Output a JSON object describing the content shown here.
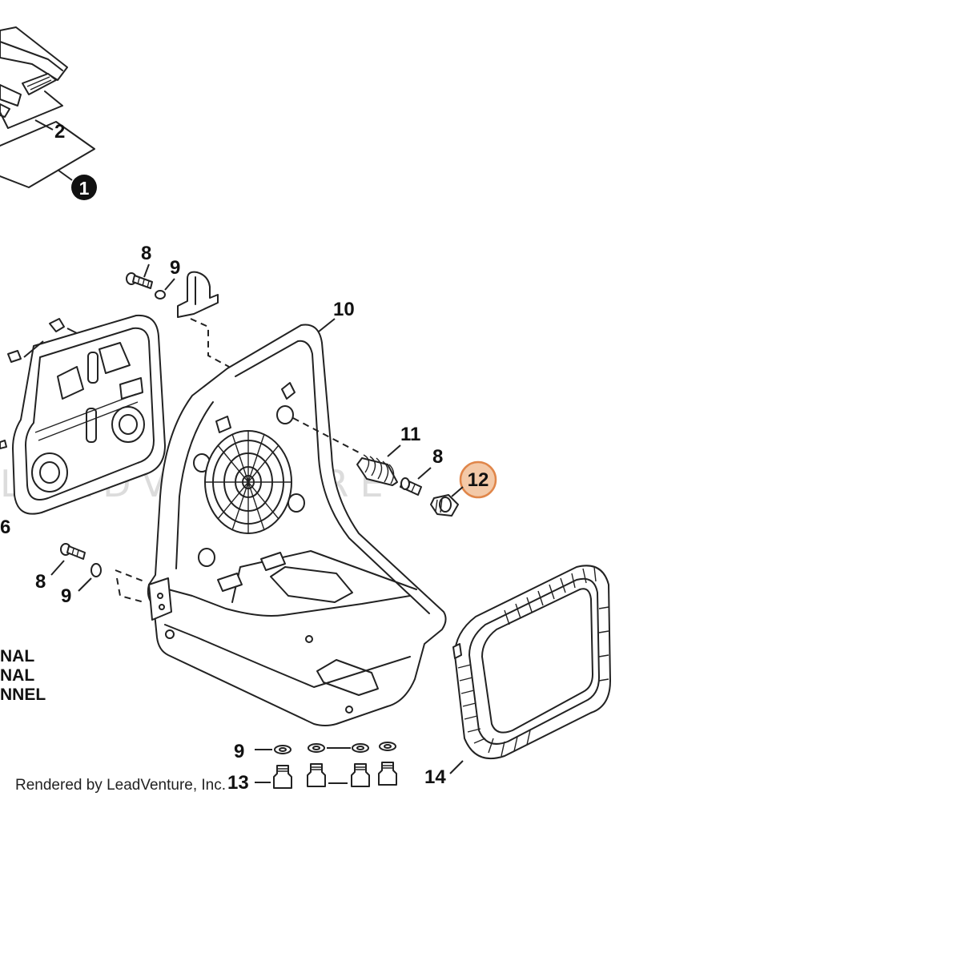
{
  "callouts": {
    "c1": "1",
    "c2": "2",
    "c8a": "8",
    "c9a": "9",
    "c10": "10",
    "c11": "11",
    "c8b": "8",
    "c12": "12",
    "c8c": "8",
    "c9b": "9",
    "c9c": "9",
    "c13": "13",
    "c14": "14",
    "c6": "6"
  },
  "side_text": [
    "NAL",
    "NAL",
    "NNEL"
  ],
  "watermark": "LEADVENTURE",
  "credit": "Rendered by LeadVenture, Inc.",
  "colors": {
    "highlight_fill": "#f3c9a8",
    "highlight_stroke": "#e0864a",
    "line": "#222222"
  }
}
